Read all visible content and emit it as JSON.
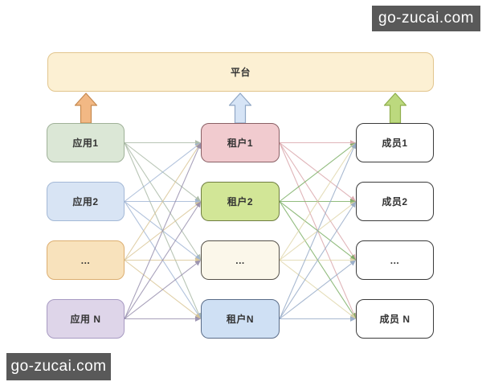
{
  "watermarks": {
    "top_right": "go-zucai.com",
    "bottom_left": "go-zucai.com"
  },
  "platform": {
    "label": "平台",
    "fill": "#fcf0d3",
    "border": "#e2c58d"
  },
  "apps": [
    {
      "label": "应用1",
      "fill": "#dbe7d6",
      "border": "#9fb198"
    },
    {
      "label": "应用2",
      "fill": "#d8e4f4",
      "border": "#a3b8d6"
    },
    {
      "label": "...",
      "fill": "#f8e2bc",
      "border": "#dcae70"
    },
    {
      "label": "应用 N",
      "fill": "#ded5e9",
      "border": "#a79ac2"
    }
  ],
  "tenants": [
    {
      "label": "租户1",
      "fill": "#f1cbcf",
      "border": "#8a6065"
    },
    {
      "label": "租户2",
      "fill": "#d2e697",
      "border": "#6f7d40"
    },
    {
      "label": "...",
      "fill": "#fbf7ea",
      "border": "#55514a"
    },
    {
      "label": "租户N",
      "fill": "#cfe0f4",
      "border": "#5a6c88"
    }
  ],
  "members": [
    {
      "label": "成员1",
      "fill": "#ffffff",
      "border": "#3b3b3b"
    },
    {
      "label": "成员2",
      "fill": "#ffffff",
      "border": "#3b3b3b"
    },
    {
      "label": "...",
      "fill": "#ffffff",
      "border": "#3b3b3b"
    },
    {
      "label": "成员 N",
      "fill": "#ffffff",
      "border": "#3b3b3b"
    }
  ],
  "up_arrows": [
    {
      "name": "apps-to-platform-arrow",
      "fill": "#f2b884",
      "stroke": "#c68a50"
    },
    {
      "name": "tenants-to-platform-arrow",
      "fill": "#d6e4f6",
      "stroke": "#90a7c5"
    },
    {
      "name": "members-to-platform-arrow",
      "fill": "#bcd97e",
      "stroke": "#8fae4c"
    }
  ],
  "edge_colors": {
    "apps": [
      "#a6b7a2",
      "#9db3d3",
      "#d8c391",
      "#9289aa"
    ],
    "tenants": [
      "#d8a3a8",
      "#76ab5e",
      "#dfd4a8",
      "#92a8c6"
    ]
  }
}
